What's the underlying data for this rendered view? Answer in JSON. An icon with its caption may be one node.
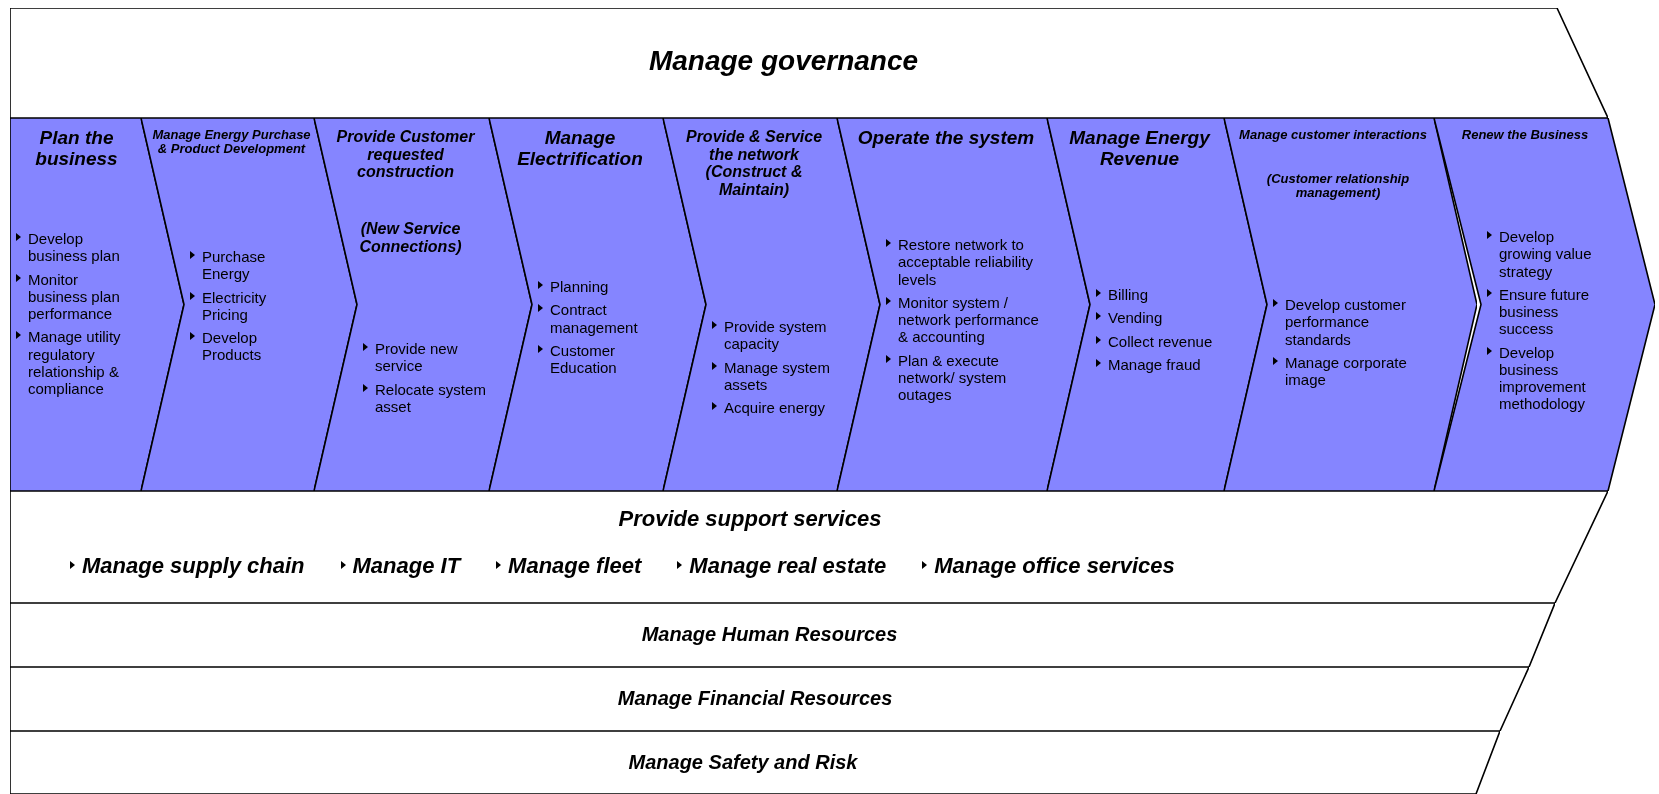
{
  "diagram": {
    "nodes": [
      {
        "text": [
          "Manage governance"
        ]
      },
      {
        "text": [
          "Plan the business",
          "Develop business plan",
          "Monitor business plan performance",
          "Manage utility regulatory relationship & compliance"
        ]
      },
      {
        "text": [
          "Manage Energy Purchase & Product Development",
          "Purchase Energy",
          "Electricity Pricing",
          "Develop Products"
        ]
      },
      {
        "text": [
          "Provide Customer requested construction",
          "(New Service Connections)",
          "Provide new service",
          "Relocate system asset"
        ]
      },
      {
        "text": [
          "Manage Electrification",
          "Planning",
          "Contract management",
          "Customer Education"
        ]
      },
      {
        "text": [
          "Provide & Service the network (Construct & Maintain)",
          "Provide system capacity",
          "Manage system assets",
          "Acquire energy"
        ]
      },
      {
        "text": [
          "Operate the system",
          "Restore network to acceptable reliability levels",
          "Monitor system / network performance & accounting",
          "Plan & execute network/ system outages"
        ]
      },
      {
        "text": [
          "Manage Energy Revenue",
          "Billing",
          "Vending",
          "Collect revenue",
          "Manage fraud"
        ]
      },
      {
        "text": [
          "Manage customer interactions",
          "(Customer relationship management)",
          "Develop customer performance standards",
          "Manage corporate image"
        ]
      },
      {
        "text": [
          "Renew the Business",
          "Develop growing value strategy",
          "Ensure future business success",
          "Develop business improvement methodology"
        ]
      },
      {
        "text": [
          "Provide support services",
          "Manage supply chain",
          "Manage IT",
          "Manage fleet",
          "Manage real estate",
          "Manage office services"
        ]
      },
      {
        "text": [
          "Manage Human Resources"
        ]
      },
      {
        "text": [
          "Manage Financial Resources"
        ]
      },
      {
        "text": [
          "Manage Safety and Risk"
        ]
      }
    ],
    "edges": []
  }
}
